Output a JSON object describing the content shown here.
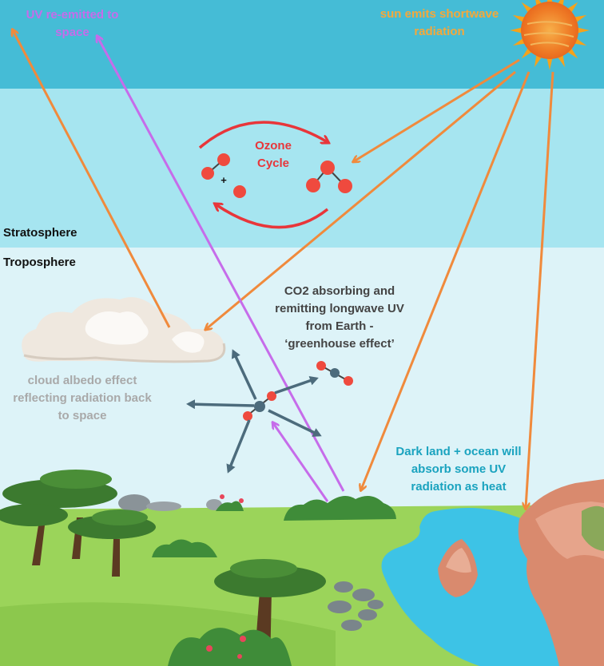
{
  "labels": {
    "uv_reemitted": "UV  re-emitted to space",
    "sun": "sun emits shortwave radiation",
    "ozone": "Ozone Cycle",
    "plus": "+",
    "stratosphere": "Stratosphere",
    "troposphere": "Troposphere",
    "co2": "CO2 absorbing and remitting longwave UV from Earth - ‘greenhouse effect’",
    "cloud": "cloud albedo effect reflecting radiation back to space",
    "land": "Dark land + ocean will absorb some UV radiation as heat"
  },
  "colors": {
    "upper_sky": "#45bcd6",
    "stratosphere": "#a6e5f0",
    "troposphere": "#ddf3f8",
    "ground": "#9bd45a",
    "ocean": "#3dc3e6",
    "cliff": "#d98a6e",
    "sun": "#f6a21b",
    "orange_arrow": "#f08a3c",
    "purple_arrow": "#c66cea",
    "ozone_arrow": "#e8363a",
    "molecule_red": "#ef4a3e",
    "molecule_grey": "#4c6b7c",
    "text_orange": "#f5a83a",
    "text_purple": "#c66cea",
    "text_red": "#e8363a",
    "text_dark": "#444444",
    "text_grey": "#a9a9a9",
    "text_teal": "#1aa3bf"
  },
  "icons": [
    "sun-icon",
    "cloud-icon",
    "oxygen-molecule-icon",
    "ozone-molecule-icon",
    "co2-molecule-icon",
    "tree-icon",
    "bush-icon",
    "rock-icon",
    "cliff-icon",
    "ocean-icon"
  ]
}
